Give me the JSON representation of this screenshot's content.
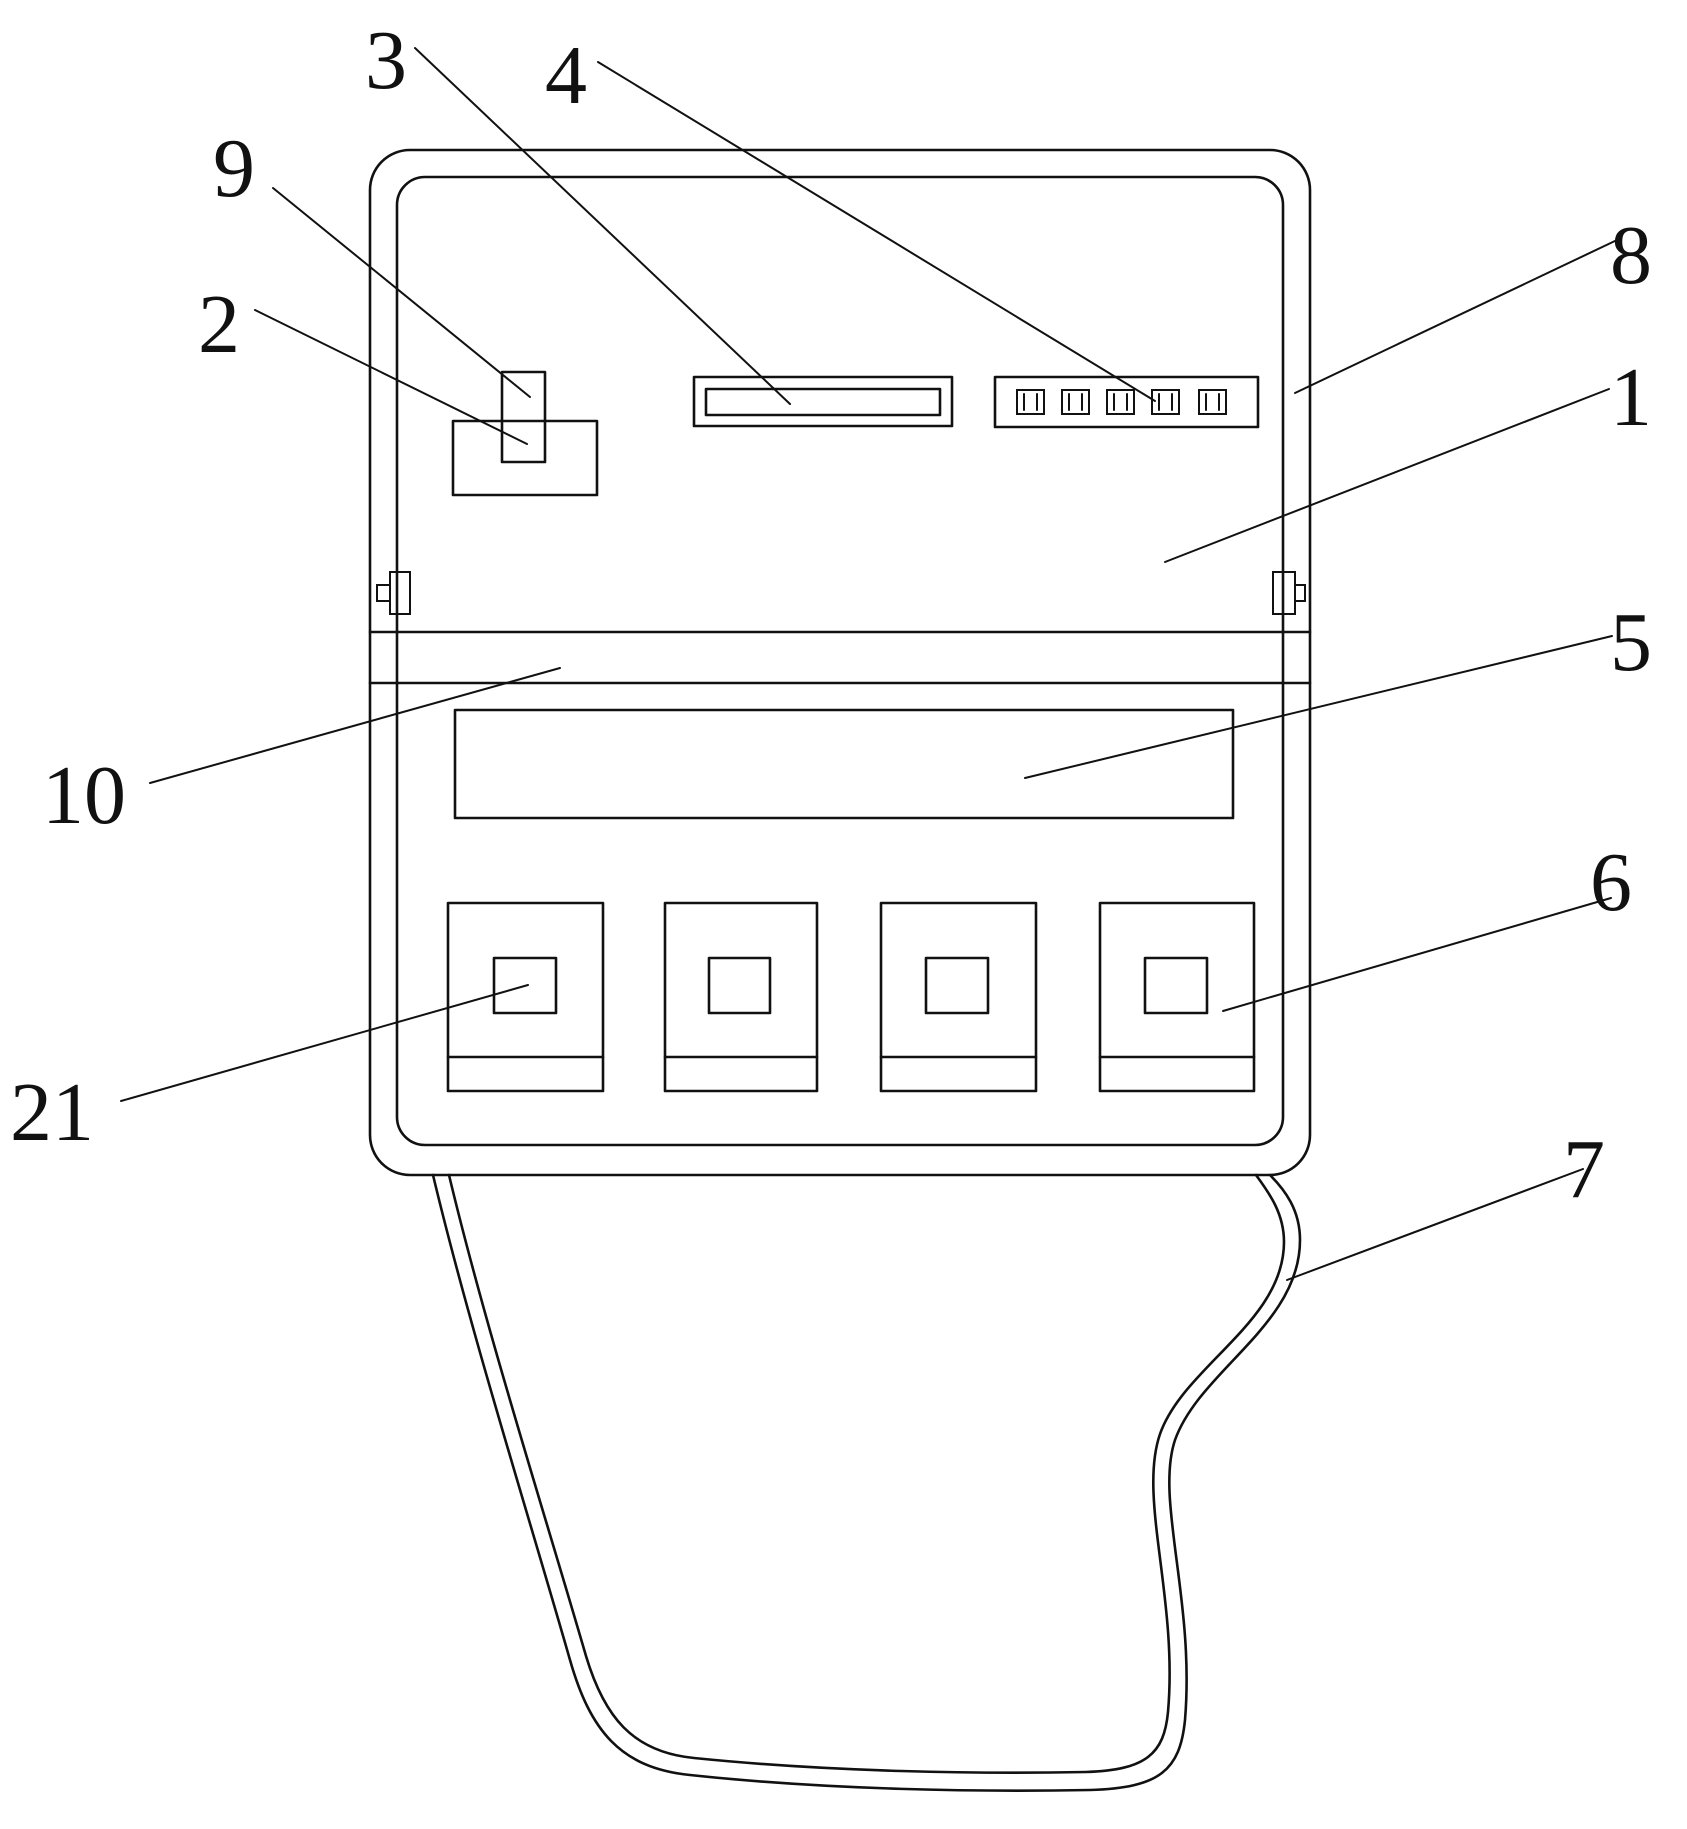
{
  "labels": {
    "l1": "1",
    "l2": "2",
    "l3": "3",
    "l4": "4",
    "l5": "5",
    "l6": "6",
    "l7": "7",
    "l8": "8",
    "l9": "9",
    "l10": "10",
    "l21": "21"
  },
  "colors": {
    "line": "#111111",
    "background": "#ffffff"
  }
}
